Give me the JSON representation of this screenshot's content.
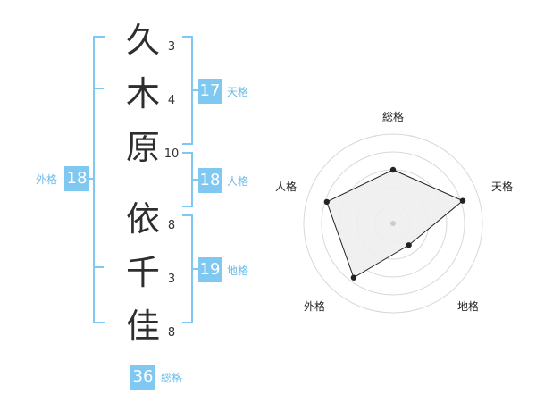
{
  "name": {
    "chars": [
      {
        "char": "久",
        "strokes": "3"
      },
      {
        "char": "木",
        "strokes": "4"
      },
      {
        "char": "原",
        "strokes": "10"
      },
      {
        "char": "依",
        "strokes": "8"
      },
      {
        "char": "千",
        "strokes": "3"
      },
      {
        "char": "佳",
        "strokes": "8"
      }
    ]
  },
  "kakusu": {
    "tenkaku": {
      "value": "17",
      "label": "天格"
    },
    "jinkaku": {
      "value": "18",
      "label": "人格"
    },
    "chikaku": {
      "value": "19",
      "label": "地格"
    },
    "gaikaku": {
      "value": "18",
      "label": "外格"
    },
    "soukaku": {
      "value": "36",
      "label": "総格"
    }
  },
  "radar": {
    "axes": [
      "総格",
      "天格",
      "地格",
      "外格",
      "人格"
    ],
    "values": [
      0.6,
      0.82,
      0.3,
      0.75,
      0.78
    ],
    "colors": {
      "fill": "#eeeeee",
      "line": "#222222",
      "grid": "#d8d8d8"
    }
  }
}
